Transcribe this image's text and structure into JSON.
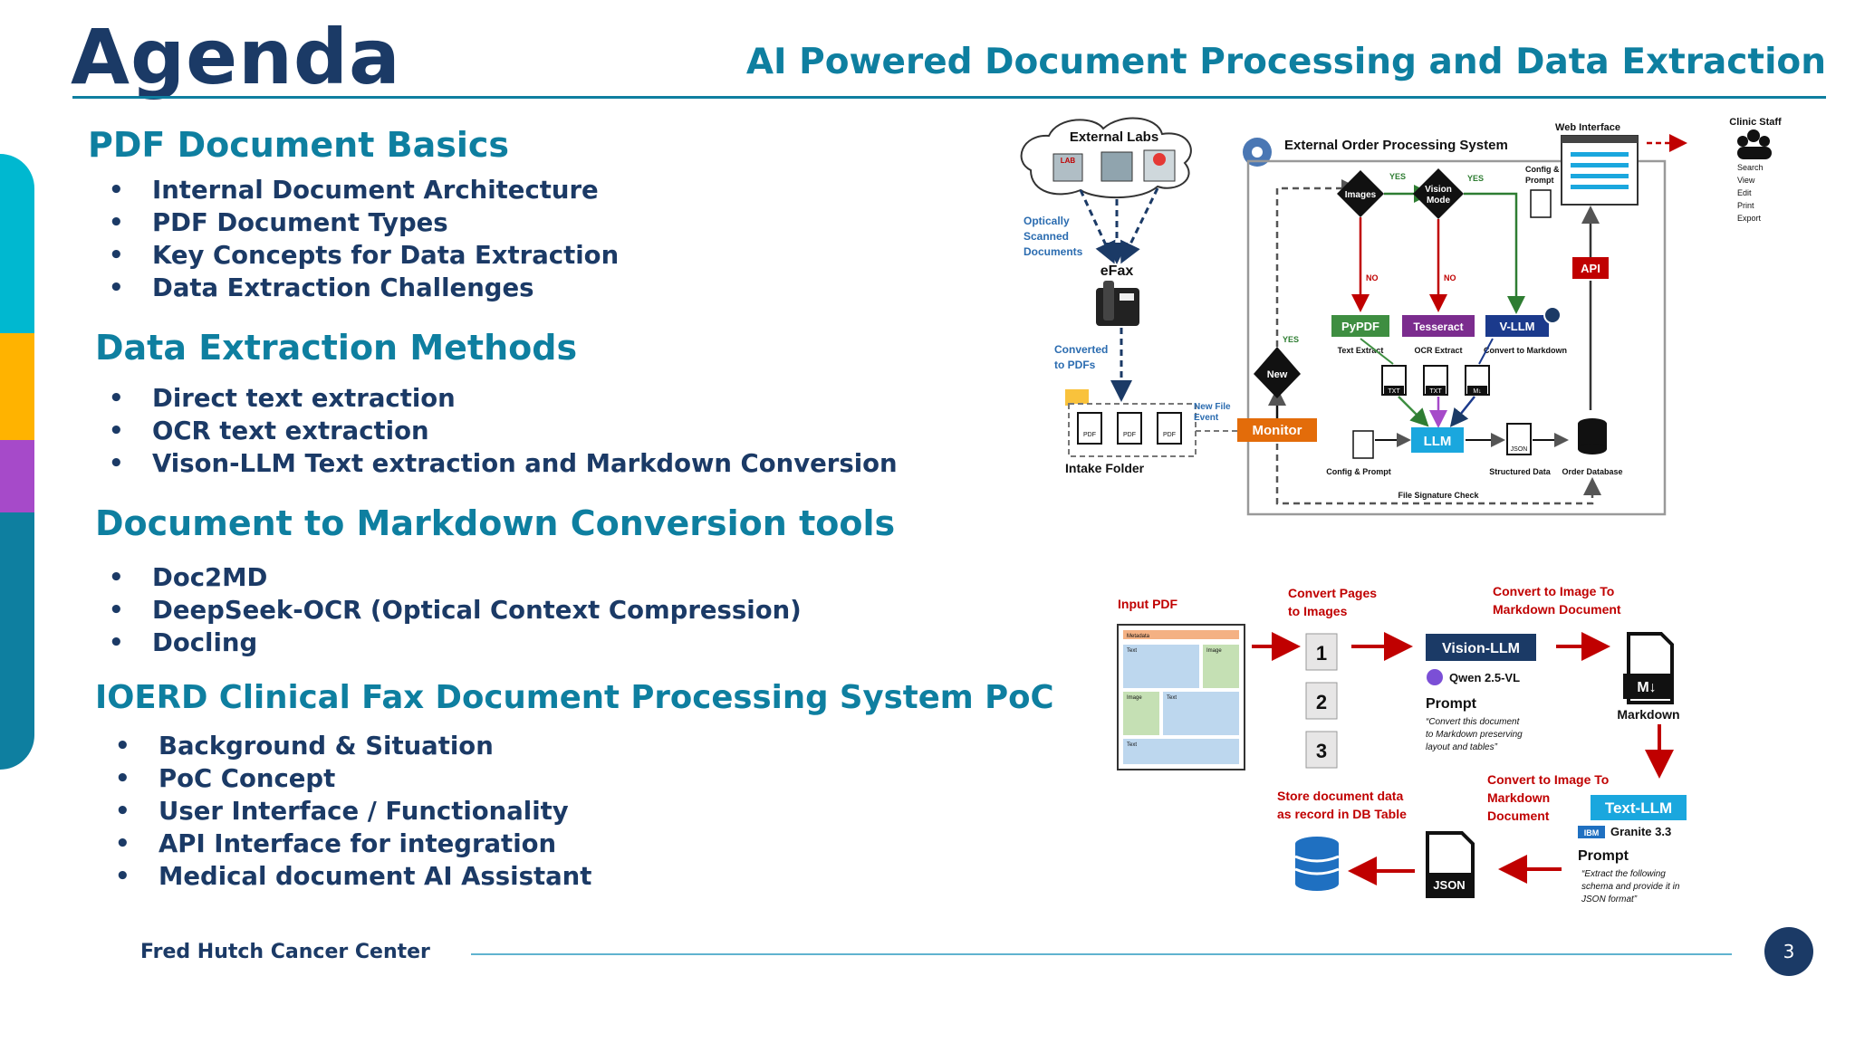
{
  "header": {
    "title": "Agenda",
    "subtitle": "AI Powered Document Processing and Data Extraction"
  },
  "sections": [
    {
      "heading": "PDF Document Basics",
      "items": [
        "Internal Document Architecture",
        "PDF Document Types",
        "Key Concepts for Data Extraction",
        "Data Extraction Challenges"
      ]
    },
    {
      "heading": "Data Extraction Methods",
      "items": [
        "Direct text extraction",
        "OCR text extraction",
        "Vison-LLM Text extraction and Markdown Conversion"
      ]
    },
    {
      "heading": "Document to Markdown Conversion tools",
      "items": [
        "Doc2MD",
        "DeepSeek-OCR (Optical Context Compression)",
        "Docling"
      ]
    },
    {
      "heading": "IOERD Clinical Fax Document Processing System PoC",
      "items": [
        "Background & Situation",
        "PoC Concept",
        "User Interface / Functionality",
        "API Interface for integration",
        "Medical document AI Assistant"
      ]
    }
  ],
  "bullet": "•",
  "footer": {
    "org": "Fred Hutch Cancer Center",
    "page": "3"
  },
  "colors": {
    "band": [
      "#00b8d0",
      "#ffb300",
      "#a64ac9",
      "#0e7fa0"
    ],
    "title": "#1b3a66",
    "accent": "#0e7fa0",
    "red": "#c00000"
  },
  "diagram1": {
    "external_labs": "External Labs",
    "lab_tag": "LAB",
    "optically_scanned": [
      "Optically",
      "Scanned",
      "Documents"
    ],
    "efax": "eFax",
    "converted": [
      "Converted",
      "to PDFs"
    ],
    "intake_folder": "Intake Folder",
    "pdf_tag": "PDF",
    "new_file_event": [
      "New File",
      "Event"
    ],
    "system_title": "External Order Processing System",
    "monitor": "Monitor",
    "new": "New",
    "yes": "YES",
    "no": "NO",
    "images": "Images",
    "vision_mode": [
      "Vision",
      "Mode"
    ],
    "config_prompt": [
      "Config &",
      "Prompt"
    ],
    "pypdf": "PyPDF",
    "tesseract": "Tesseract",
    "vllm": "V-LLM",
    "text_extract": "Text Extract",
    "ocr_extract": "OCR Extract",
    "convert_markdown": "Convert to Markdown",
    "txt_tag": "TXT",
    "md_tag": "M↓",
    "llm": "LLM",
    "config_prompt2": "Config & Prompt",
    "json_tag": "JSON",
    "structured_data": "Structured Data",
    "order_database": "Order Database",
    "file_signature": "File Signature Check",
    "web_interface": "Web Interface",
    "clinic_staff": "Clinic Staff",
    "staff_actions": [
      "Search",
      "View",
      "Edit",
      "Print",
      "Export"
    ],
    "api": "API"
  },
  "diagram2": {
    "input_pdf": "Input PDF",
    "metadata": "Metadata",
    "text": "Text",
    "image": "Image",
    "convert_pages": [
      "Convert Pages",
      "to Images"
    ],
    "pages": [
      "1",
      "2",
      "3"
    ],
    "convert_image_md": [
      "Convert to Image To",
      "Markdown Document"
    ],
    "vision_llm": "Vision-LLM",
    "qwen": "Qwen 2.5-VL",
    "prompt": "Prompt",
    "prompt1": [
      "“Convert this document",
      "to Markdown preserving",
      "layout and tables”"
    ],
    "md_tag": "M↓",
    "markdown": "Markdown",
    "convert_image_md2": [
      "Convert to Image To",
      "Markdown",
      "Document"
    ],
    "text_llm": "Text-LLM",
    "ibm": "IBM",
    "granite": "Granite 3.3",
    "prompt2": [
      "“Extract the following",
      "schema and provide it in",
      "JSON format”"
    ],
    "store": [
      "Store document data",
      "as record in DB Table"
    ],
    "json_tag": "JSON"
  }
}
